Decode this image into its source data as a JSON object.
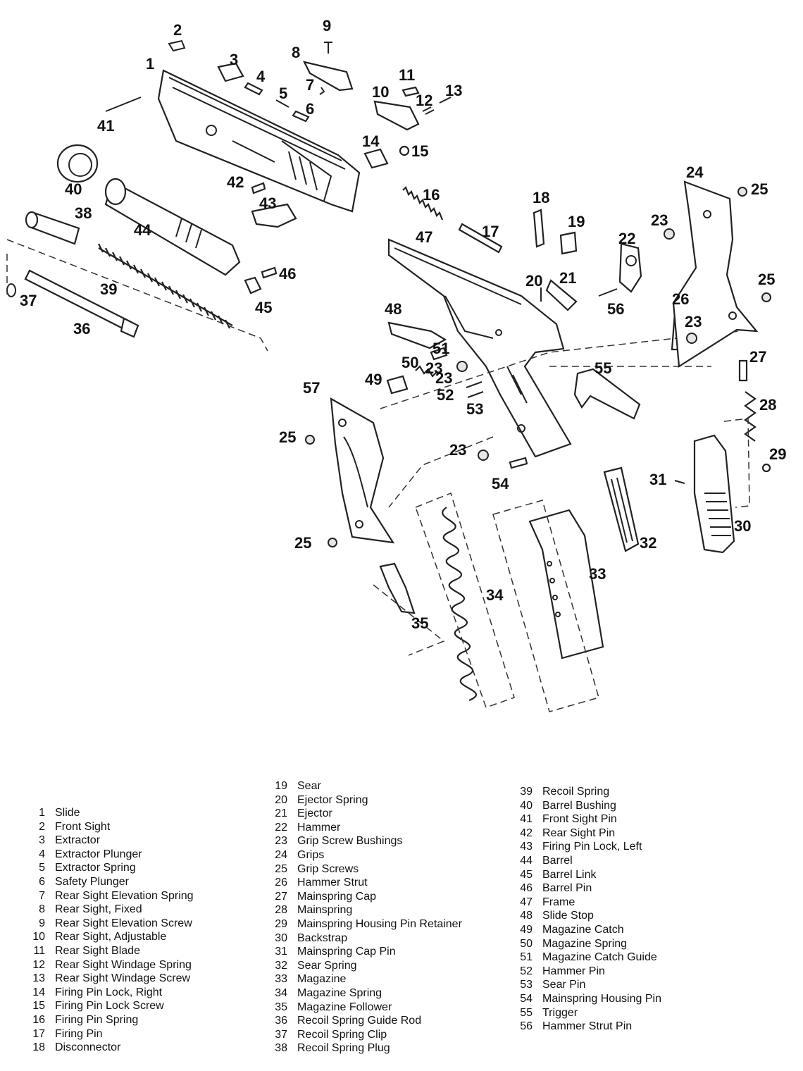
{
  "callouts": [
    "1",
    "2",
    "3",
    "4",
    "5",
    "6",
    "7",
    "8",
    "9",
    "10",
    "11",
    "12",
    "13",
    "14",
    "15",
    "16",
    "17",
    "18",
    "19",
    "20",
    "21",
    "22",
    "23",
    "23",
    "23",
    "23",
    "23",
    "24",
    "25",
    "25",
    "25",
    "25",
    "25",
    "26",
    "27",
    "28",
    "29",
    "30",
    "31",
    "32",
    "33",
    "34",
    "35",
    "36",
    "37",
    "38",
    "39",
    "40",
    "41",
    "42",
    "43",
    "44",
    "45",
    "46",
    "47",
    "48",
    "49",
    "50",
    "51",
    "52",
    "53",
    "54",
    "55",
    "56",
    "57"
  ],
  "legend": {
    "col1": [
      {
        "num": "1",
        "name": "Slide"
      },
      {
        "num": "2",
        "name": "Front Sight"
      },
      {
        "num": "3",
        "name": "Extractor"
      },
      {
        "num": "4",
        "name": "Extractor Plunger"
      },
      {
        "num": "5",
        "name": "Extractor Spring"
      },
      {
        "num": "6",
        "name": "Safety Plunger"
      },
      {
        "num": "7",
        "name": "Rear Sight Elevation Spring"
      },
      {
        "num": "8",
        "name": "Rear Sight, Fixed"
      },
      {
        "num": "9",
        "name": "Rear Sight Elevation Screw"
      },
      {
        "num": "10",
        "name": "Rear Sight, Adjustable"
      },
      {
        "num": "11",
        "name": "Rear Sight Blade"
      },
      {
        "num": "12",
        "name": "Rear Sight Windage Spring"
      },
      {
        "num": "13",
        "name": "Rear Sight Windage Screw"
      },
      {
        "num": "14",
        "name": "Firing Pin Lock, Right"
      },
      {
        "num": "15",
        "name": "Firing Pin Lock Screw"
      },
      {
        "num": "16",
        "name": "Firing Pin Spring"
      },
      {
        "num": "17",
        "name": "Firing Pin"
      },
      {
        "num": "18",
        "name": "Disconnector"
      }
    ],
    "col2": [
      {
        "num": "19",
        "name": "Sear"
      },
      {
        "num": "20",
        "name": "Ejector Spring"
      },
      {
        "num": "21",
        "name": "Ejector"
      },
      {
        "num": "22",
        "name": "Hammer"
      },
      {
        "num": "23",
        "name": "Grip Screw Bushings"
      },
      {
        "num": "24",
        "name": "Grips"
      },
      {
        "num": "25",
        "name": "Grip Screws"
      },
      {
        "num": "26",
        "name": "Hammer Strut"
      },
      {
        "num": "27",
        "name": "Mainspring Cap"
      },
      {
        "num": "28",
        "name": "Mainspring"
      },
      {
        "num": "29",
        "name": "Mainspring Housing Pin Retainer"
      },
      {
        "num": "30",
        "name": "Backstrap"
      },
      {
        "num": "31",
        "name": "Mainspring Cap Pin"
      },
      {
        "num": "32",
        "name": "Sear Spring"
      },
      {
        "num": "33",
        "name": "Magazine"
      },
      {
        "num": "34",
        "name": "Magazine Spring"
      },
      {
        "num": "35",
        "name": "Magazine Follower"
      },
      {
        "num": "36",
        "name": "Recoil Spring Guide Rod"
      },
      {
        "num": "37",
        "name": "Recoil Spring Clip"
      },
      {
        "num": "38",
        "name": "Recoil Spring Plug"
      }
    ],
    "col3": [
      {
        "num": "39",
        "name": "Recoil Spring"
      },
      {
        "num": "40",
        "name": "Barrel Bushing"
      },
      {
        "num": "41",
        "name": "Front Sight Pin"
      },
      {
        "num": "42",
        "name": "Rear Sight Pin"
      },
      {
        "num": "43",
        "name": "Firing Pin Lock, Left"
      },
      {
        "num": "44",
        "name": "Barrel"
      },
      {
        "num": "45",
        "name": "Barrel Link"
      },
      {
        "num": "46",
        "name": "Barrel Pin"
      },
      {
        "num": "47",
        "name": "Frame"
      },
      {
        "num": "48",
        "name": "Slide Stop"
      },
      {
        "num": "49",
        "name": "Magazine Catch"
      },
      {
        "num": "50",
        "name": "Magazine Spring"
      },
      {
        "num": "51",
        "name": "Magazine Catch Guide"
      },
      {
        "num": "52",
        "name": "Hammer Pin"
      },
      {
        "num": "53",
        "name": "Sear Pin"
      },
      {
        "num": "54",
        "name": "Mainspring Housing Pin"
      },
      {
        "num": "55",
        "name": "Trigger"
      },
      {
        "num": "56",
        "name": "Hammer Strut Pin"
      }
    ]
  }
}
